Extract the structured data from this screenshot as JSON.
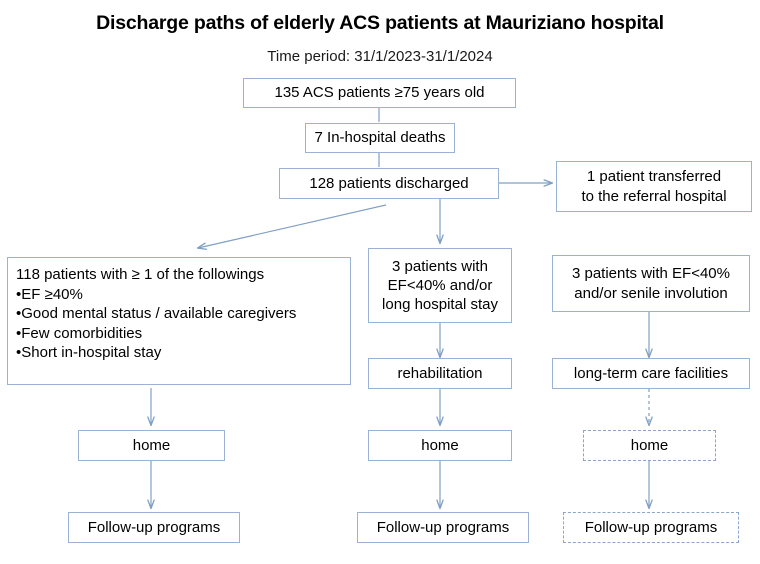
{
  "header": {
    "title": "Discharge paths of elderly ACS patients at Mauriziano hospital",
    "subtitle": "Time period: 31/1/2023-31/1/2024"
  },
  "theme": {
    "box_border": "#9ab3d5",
    "arrow_color": "#7f9fc4",
    "text": "#000000",
    "background": "#ffffff"
  },
  "nodes": {
    "cohort": "135 ACS patients ≥75 years old",
    "deaths": "7 In-hospital deaths",
    "discharged": "128 patients discharged",
    "transferred_line1": "1 patient transferred",
    "transferred_line2": "to the referral hospital",
    "group_a_title": "118 patients with ≥ 1 of the followings",
    "group_a_b1": "•EF ≥40%",
    "group_a_b2": "•Good mental status / available caregivers",
    "group_a_b3": "•Few comorbidities",
    "group_a_b4": "•Short in-hospital stay",
    "group_b_line1": "3 patients with",
    "group_b_line2": "EF<40% and/or",
    "group_b_line3": "long hospital stay",
    "group_c_line1": "3 patients with EF<40%",
    "group_c_line2": "and/or senile involution",
    "rehabilitation": "rehabilitation",
    "long_term_care": "long-term care facilities",
    "home_a": "home",
    "home_b": "home",
    "home_c": "home",
    "followup_a": "Follow-up programs",
    "followup_b": "Follow-up programs",
    "followup_c": "Follow-up programs"
  }
}
